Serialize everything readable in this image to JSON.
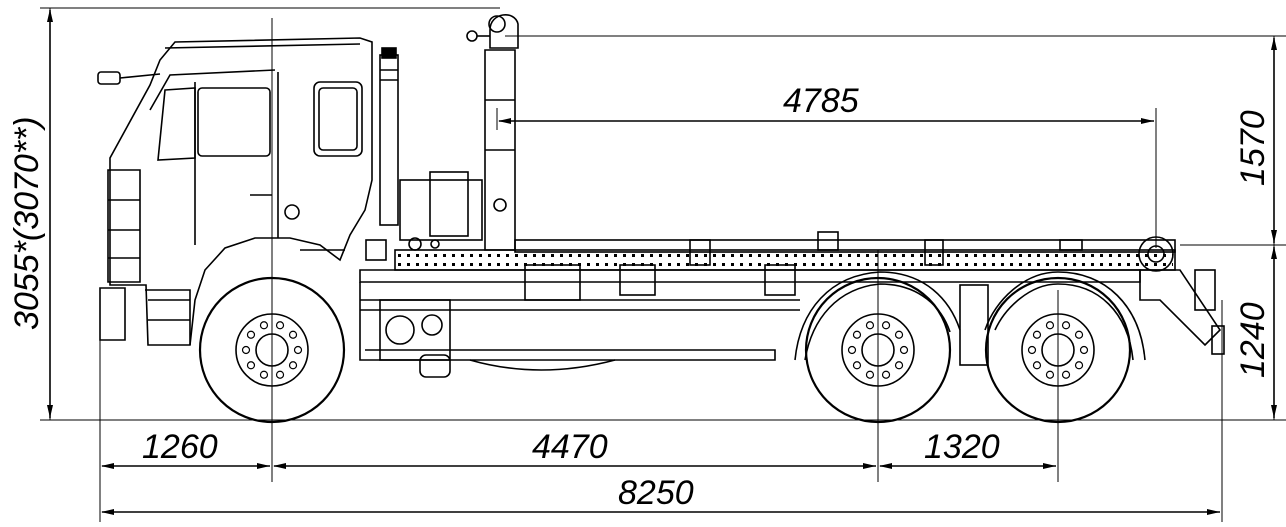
{
  "dimensions": {
    "total_height": "3055*(3070**)",
    "hook_to_rear_roller": "4785",
    "hook_height_above_frame": "1570",
    "frame_height": "1240",
    "front_overhang": "1260",
    "wheelbase_front_to_mid": "4470",
    "rear_axle_spacing": "1320",
    "overall_length": "8250"
  }
}
